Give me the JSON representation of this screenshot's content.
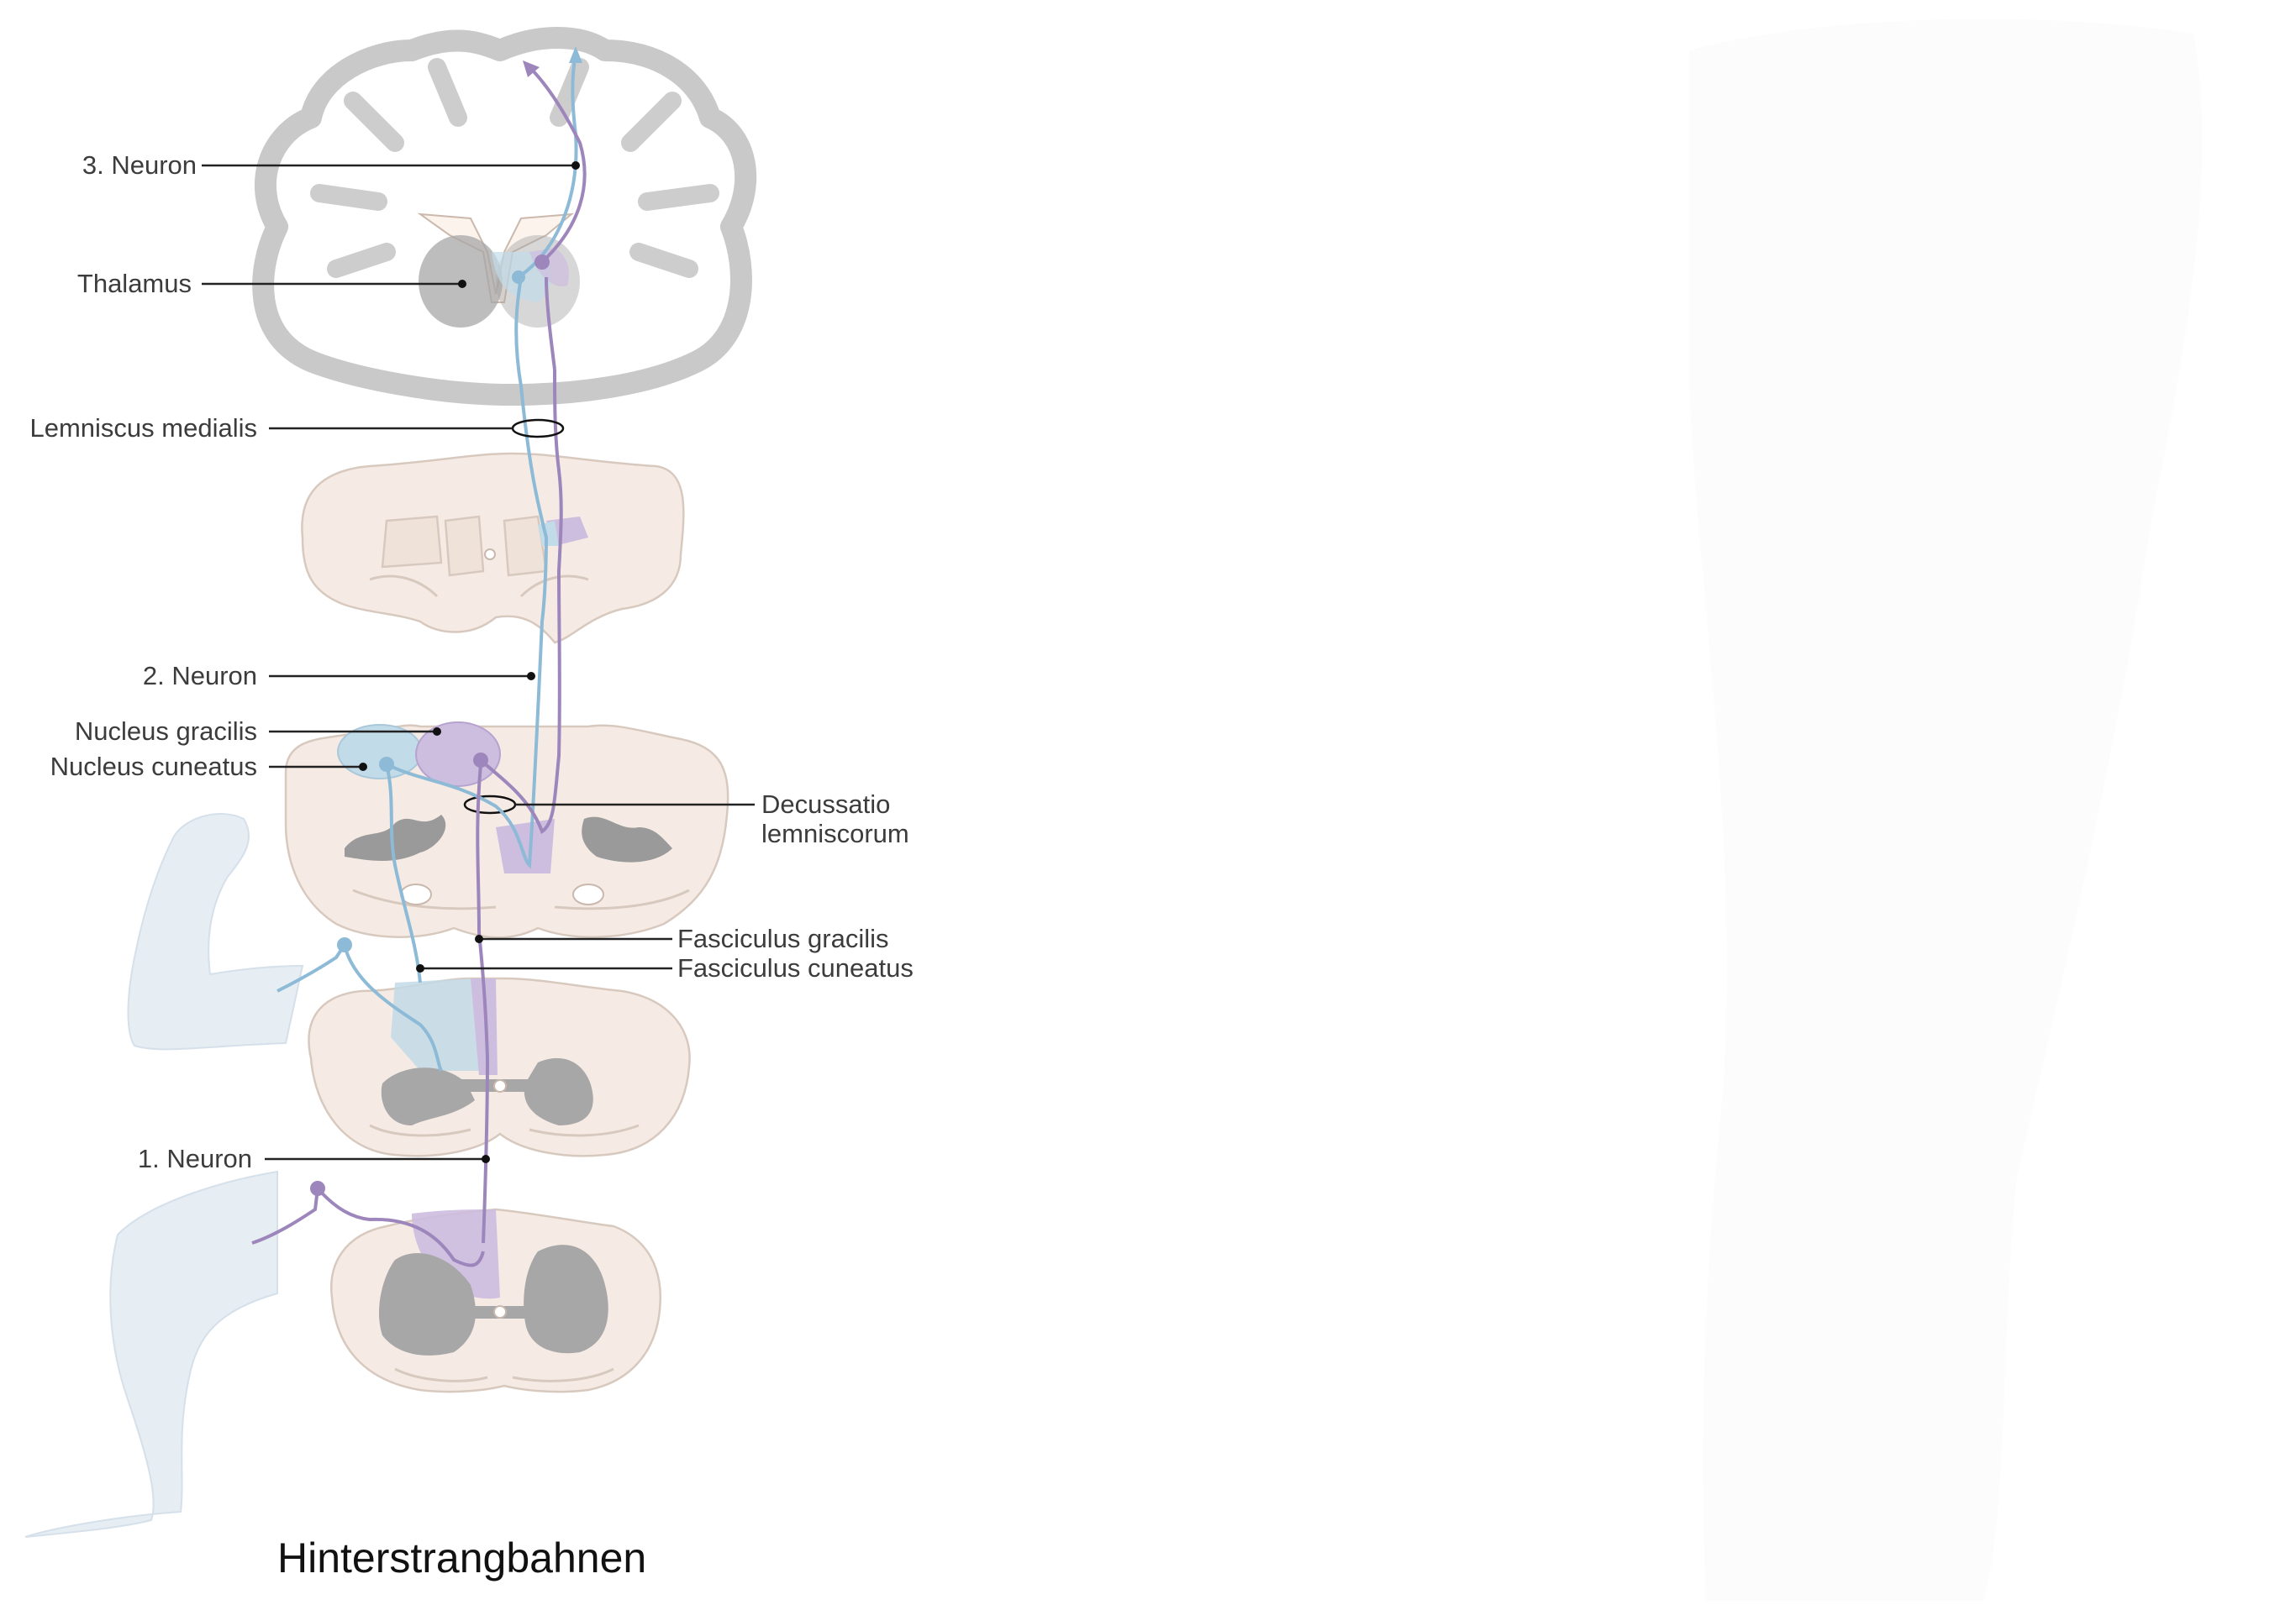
{
  "title": "Hinterstrangbahnen",
  "labels": {
    "neuron3": "3. Neuron",
    "thalamus": "Thalamus",
    "lemniscus_medialis": "Lemniscus medialis",
    "neuron2": "2. Neuron",
    "nucleus_gracilis": "Nucleus gracilis",
    "nucleus_cuneatus": "Nucleus cuneatus",
    "decussatio_line1": "Decussatio",
    "decussatio_line2": "lemniscorum",
    "fasciculus_gracilis": "Fasciculus gracilis",
    "fasciculus_cuneatus": "Fasciculus cuneatus",
    "neuron1": "1. Neuron"
  },
  "colors": {
    "cuneatus_pathway": "#8dbad6",
    "gracilis_pathway": "#9d86bb",
    "tissue": "#f6ebe4",
    "grey_matter": "#a7a7a7",
    "leader_line": "#222222"
  }
}
